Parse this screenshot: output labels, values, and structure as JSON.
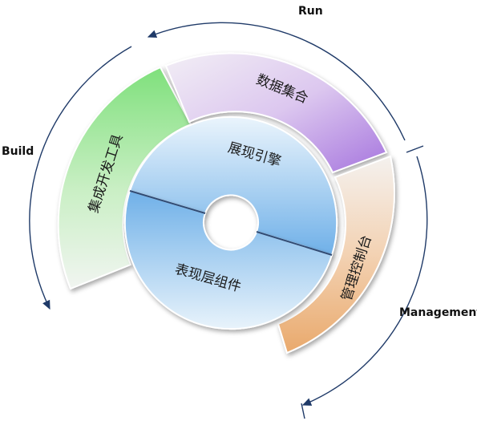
{
  "phases": {
    "run": "Run",
    "build": "Build",
    "management": "Management"
  },
  "segments": {
    "ide": "集成开发工具",
    "dataset": "数据集合",
    "console": "管理控制台"
  },
  "core": {
    "engine": "展现引擎",
    "components": "表现层组件"
  },
  "colors": {
    "ide": "#8fe08a",
    "dataset": "#b78ae0",
    "console": "#eab07a",
    "core": "#6faee6",
    "arrow": "#1f3a68"
  }
}
